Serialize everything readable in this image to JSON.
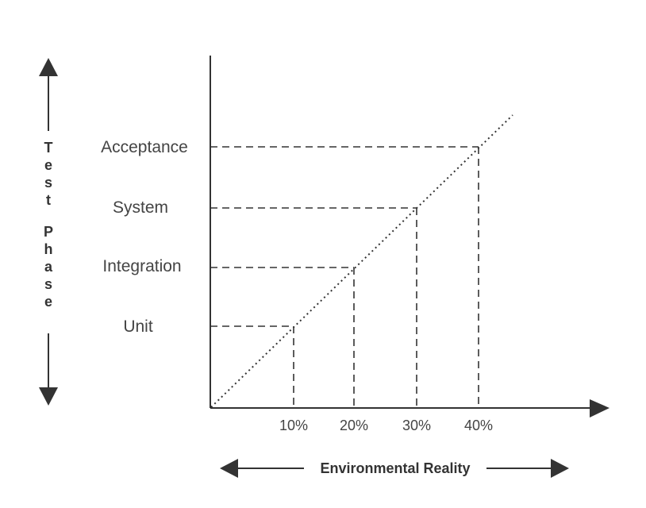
{
  "chart_data": {
    "type": "line",
    "title": "",
    "xlabel": "Environmental Reality",
    "ylabel": "Test Phase",
    "x_ticks": [
      "10%",
      "20%",
      "30%",
      "40%"
    ],
    "y_ticks": [
      "Unit",
      "Integration",
      "System",
      "Acceptance"
    ],
    "series": [
      {
        "values": [
          {
            "x": "10%",
            "y": "Unit"
          },
          {
            "x": "20%",
            "y": "Integration"
          },
          {
            "x": "30%",
            "y": "System"
          },
          {
            "x": "40%",
            "y": "Acceptance"
          }
        ]
      }
    ],
    "line_style": "dotted",
    "guide_lines": "dashed",
    "grid": false,
    "colors": {
      "line": "#333333",
      "text": "#444444"
    }
  }
}
